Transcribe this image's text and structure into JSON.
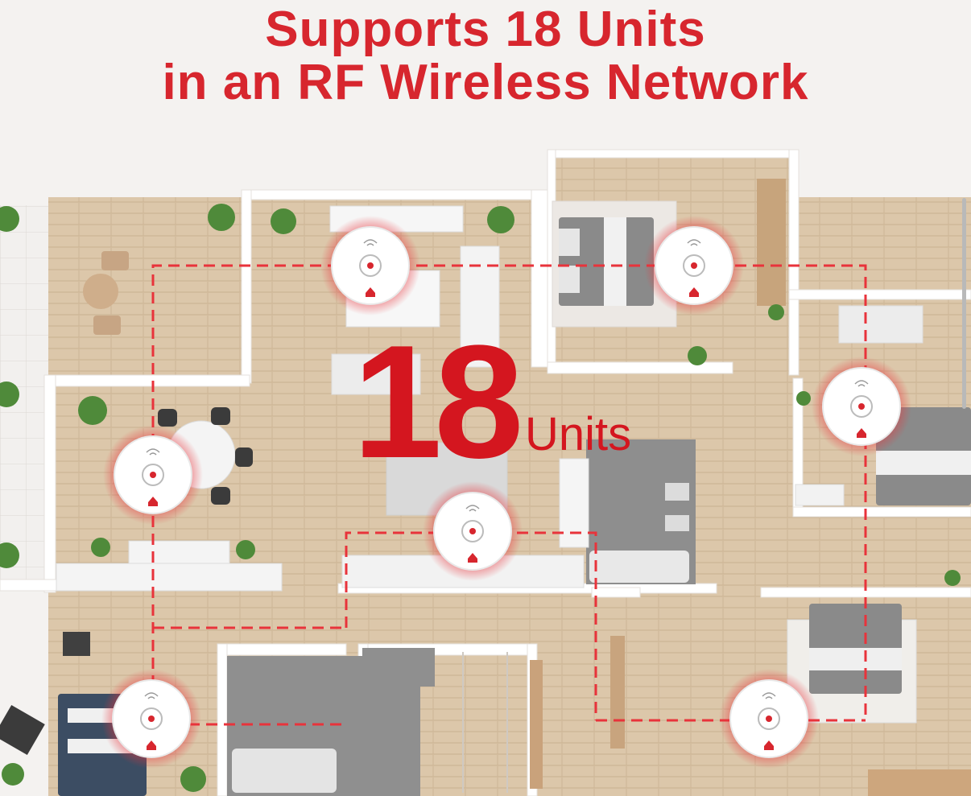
{
  "headline": {
    "line1": "Supports 18 Units",
    "line2": "in an RF Wireless Network"
  },
  "badge": {
    "number": "18",
    "unit_label": "Units"
  },
  "colors": {
    "accent_red": "#d7262e",
    "floor_wood": "#d9c3a5",
    "wall": "#ffffff",
    "tile": "#f0eeec"
  },
  "icons": [
    "smoke-detector-icon",
    "plant-icon",
    "bed-icon",
    "dining-table-icon",
    "bathtub-icon"
  ]
}
